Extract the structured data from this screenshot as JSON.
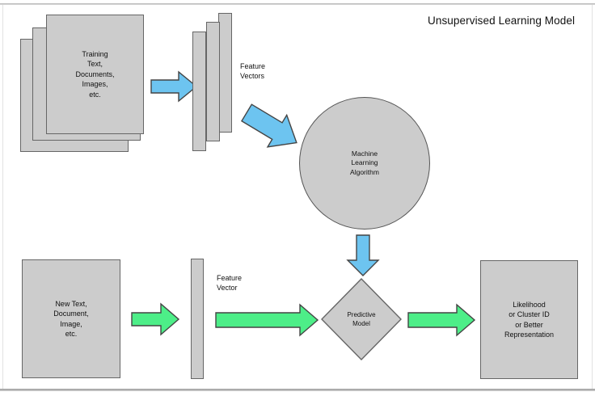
{
  "diagram": {
    "title": "Unsupervised Learning Model",
    "colors": {
      "shape_fill": "#cccccc",
      "shape_stroke": "#666666",
      "blue_arrow_fill": "#6dc4f0",
      "blue_arrow_stroke": "#4a4a4a",
      "green_arrow_fill": "#4dee88",
      "green_arrow_stroke": "#4a4a4a",
      "background": "#ffffff",
      "text": "#111111"
    },
    "nodes": {
      "training_documents": {
        "label": "Training\nText,\nDocuments,\nImages,\netc.",
        "shape": "stacked-rectangles",
        "stack_count": 3
      },
      "feature_vectors_stack": {
        "label": "Feature\nVectors",
        "shape": "stacked-bars",
        "stack_count": 3
      },
      "ml_algorithm": {
        "label": "Machine\nLearning\nAlgorithm",
        "shape": "circle"
      },
      "new_input": {
        "label": "New Text,\nDocument,\nImage,\netc.",
        "shape": "rectangle"
      },
      "feature_vector_single": {
        "label": "Feature\nVector",
        "shape": "bar"
      },
      "predictive_model": {
        "label": "Predictive\nModel",
        "shape": "diamond"
      },
      "output": {
        "label": "Likelihood\nor Cluster ID\nor Better\nRepresentation",
        "shape": "rectangle"
      }
    },
    "arrows": [
      {
        "name": "training-to-features",
        "color": "blue",
        "direction": "right"
      },
      {
        "name": "features-to-algorithm",
        "color": "blue",
        "direction": "down-right"
      },
      {
        "name": "algorithm-to-model",
        "color": "blue",
        "direction": "down"
      },
      {
        "name": "input-to-vector",
        "color": "green",
        "direction": "right"
      },
      {
        "name": "vector-to-model",
        "color": "green",
        "direction": "right"
      },
      {
        "name": "model-to-output",
        "color": "green",
        "direction": "right"
      }
    ]
  }
}
